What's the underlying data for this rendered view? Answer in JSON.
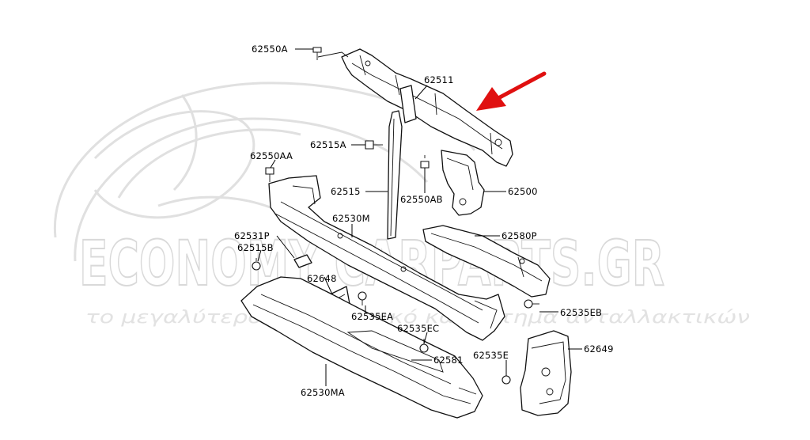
{
  "watermark": {
    "brand": "ECONOMY CARPARTS.GR",
    "tagline": "το μεγαλύτερο ηλεκτρονικό κατάστημα ανταλλακτικών"
  },
  "labels": {
    "p62550A": "62550A",
    "p62511": "62511",
    "p62515A": "62515A",
    "p62550AA": "62550AA",
    "p62515": "62515",
    "p62550AB": "62550AB",
    "p62500": "62500",
    "p62530M": "62530M",
    "p62580P": "62580P",
    "p62531P": "62531P",
    "p62515B": "62515B",
    "p62648": "62648",
    "p62535EA": "62535EA",
    "p62535EB": "62535EB",
    "p62535EC": "62535EC",
    "p62581": "62581",
    "p62535E": "62535E",
    "p62649": "62649",
    "p62530MA": "62530MA"
  },
  "colors": {
    "arrow": "#e01010",
    "watermark": "#d9d9d9",
    "line": "#000000"
  }
}
